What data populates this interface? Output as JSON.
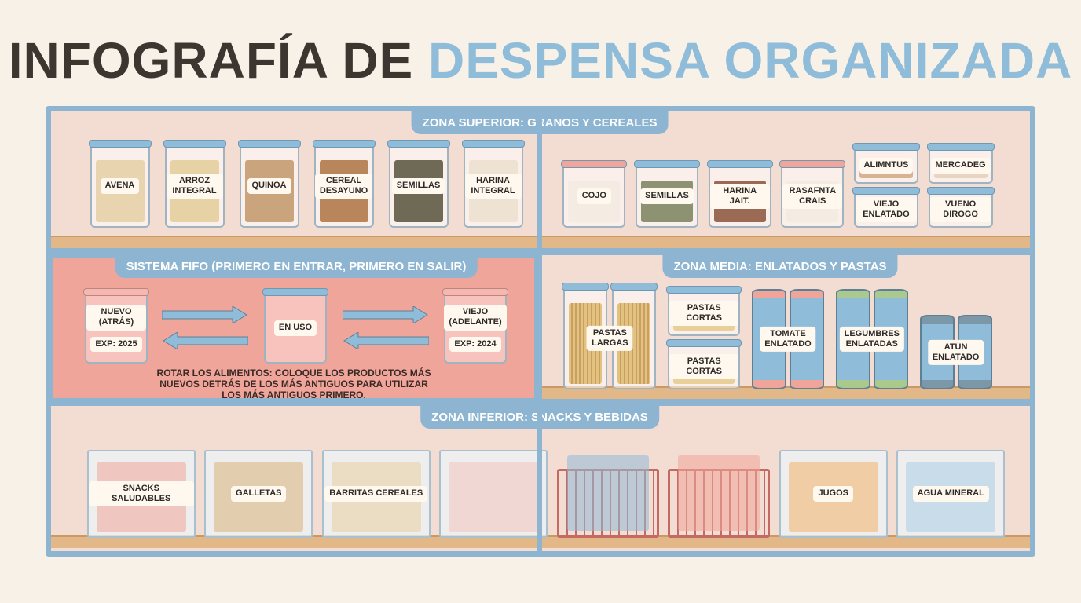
{
  "title": {
    "part1": "INFOGRAFÍA DE",
    "part2": "DESPENSA ORGANIZADA"
  },
  "zones": {
    "top": "ZONA SUPERIOR: GRANOS Y CEREALES",
    "fifo": "SISTEMA FIFO (PRIMERO EN ENTRAR, PRIMERO EN SALIR)",
    "middle": "ZONA MEDIA: ENLATADOS Y PASTAS",
    "bottom": "ZONA INFERIOR: SNACKS Y BEBIDAS"
  },
  "top_left": [
    {
      "label": "AVENA",
      "fill": "#e8d5b0"
    },
    {
      "label": "ARROZ INTEGRAL",
      "fill": "#e6d2a4"
    },
    {
      "label": "QUINOA",
      "fill": "#c9a47c"
    },
    {
      "label": "CEREAL DESAYUNO",
      "fill": "#b8865a"
    },
    {
      "label": "SEMILLAS",
      "fill": "#6f6a55"
    },
    {
      "label": "HARINA INTEGRAL",
      "fill": "#eee3d3"
    }
  ],
  "top_right": [
    {
      "label": "COJO",
      "fill": "#f4ece2",
      "lid": "#f0a59b"
    },
    {
      "label": "SEMILLAS",
      "fill": "#8d9272",
      "lid": "#8fbcd9"
    },
    {
      "label": "HARINA JAIT.",
      "fill": "#9a6a55",
      "lid": "#8fbcd9"
    },
    {
      "label": "RASAFNTA CRAIS",
      "fill": "#f4ece2",
      "lid": "#f0a59b"
    }
  ],
  "top_right_stacks": [
    [
      {
        "label": "ALIMNTUS",
        "fill": "#d7b393"
      },
      {
        "label": "VIEJO ENLATADO",
        "fill": "#e6c2a2"
      }
    ],
    [
      {
        "label": "MERCADEG",
        "fill": "#e9d4c0"
      },
      {
        "label": "VUENO DIROGO",
        "fill": "#cfb092"
      }
    ]
  ],
  "fifo": {
    "new": {
      "label": "NUEVO (ATRÁS)",
      "exp": "EXP: 2025"
    },
    "in_use": {
      "label": "EN USO"
    },
    "old": {
      "label": "VIEJO (ADELANTE)",
      "exp": "EXP: 2024"
    },
    "note": "ROTAR LOS ALIMENTOS: COLOQUE LOS PRODUCTOS MÁS NUEVOS DETRÁS DE LOS MÁS ANTIGUOS PARA UTILIZAR LOS MÁS ANTIGUOS PRIMERO."
  },
  "middle": {
    "long_pasta": "PASTAS LARGAS",
    "short_pasta": [
      "PASTAS CORTAS",
      "PASTAS CORTAS"
    ],
    "cans": [
      {
        "label": "TOMATE ENLATADO",
        "band": "#f0a59b"
      },
      {
        "label": "LEGUMBRES ENLATADAS",
        "band": "#a9c98f"
      },
      {
        "label": "ATÚN ENLATADO",
        "band": "#7b97a8"
      }
    ]
  },
  "bottom": [
    {
      "label": "SNACKS SALUDABLES",
      "type": "bin"
    },
    {
      "label": "GALLETAS",
      "type": "bin"
    },
    {
      "label": "BARRITAS CEREALES",
      "type": "bin"
    },
    {
      "label": "",
      "type": "bin"
    },
    {
      "label": "",
      "type": "basket"
    },
    {
      "label": "",
      "type": "basket"
    },
    {
      "label": "JUGOS",
      "type": "bin"
    },
    {
      "label": "AGUA MINERAL",
      "type": "bin"
    }
  ]
}
